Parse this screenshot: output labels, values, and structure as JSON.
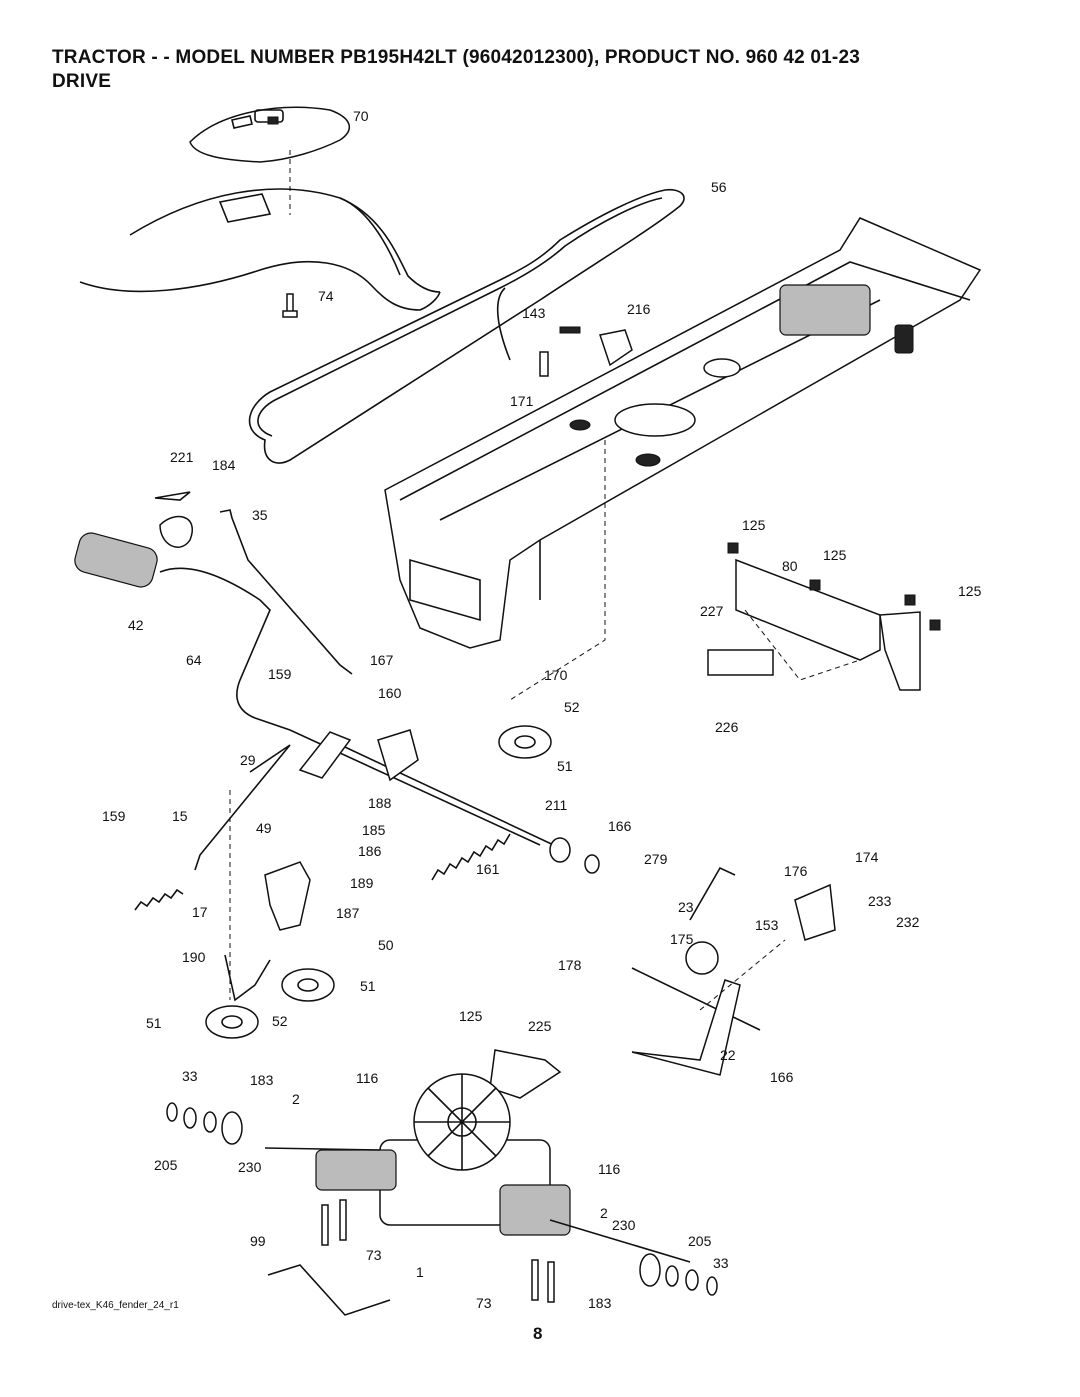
{
  "header": {
    "line1": "TRACTOR - - MODEL NUMBER PB195H42LT (96042012300), PRODUCT NO. 960 42 01-23",
    "line2": "DRIVE"
  },
  "callouts": [
    "70",
    "56",
    "74",
    "143",
    "216",
    "171",
    "221",
    "184",
    "35",
    "42",
    "125",
    "80",
    "125",
    "125",
    "227",
    "64",
    "159",
    "167",
    "160",
    "170",
    "52",
    "226",
    "29",
    "51",
    "188",
    "211",
    "159",
    "15",
    "49",
    "185",
    "166",
    "186",
    "161",
    "279",
    "176",
    "174",
    "17",
    "189",
    "187",
    "23",
    "153",
    "233",
    "232",
    "175",
    "190",
    "50",
    "178",
    "51",
    "125",
    "225",
    "51",
    "52",
    "22",
    "33",
    "183",
    "116",
    "166",
    "2",
    "205",
    "230",
    "116",
    "2",
    "230",
    "205",
    "99",
    "73",
    "33",
    "1",
    "73",
    "183"
  ],
  "footer": {
    "drawing_id": "drive-tex_K46_fender_24_r1",
    "page_number": "8"
  }
}
